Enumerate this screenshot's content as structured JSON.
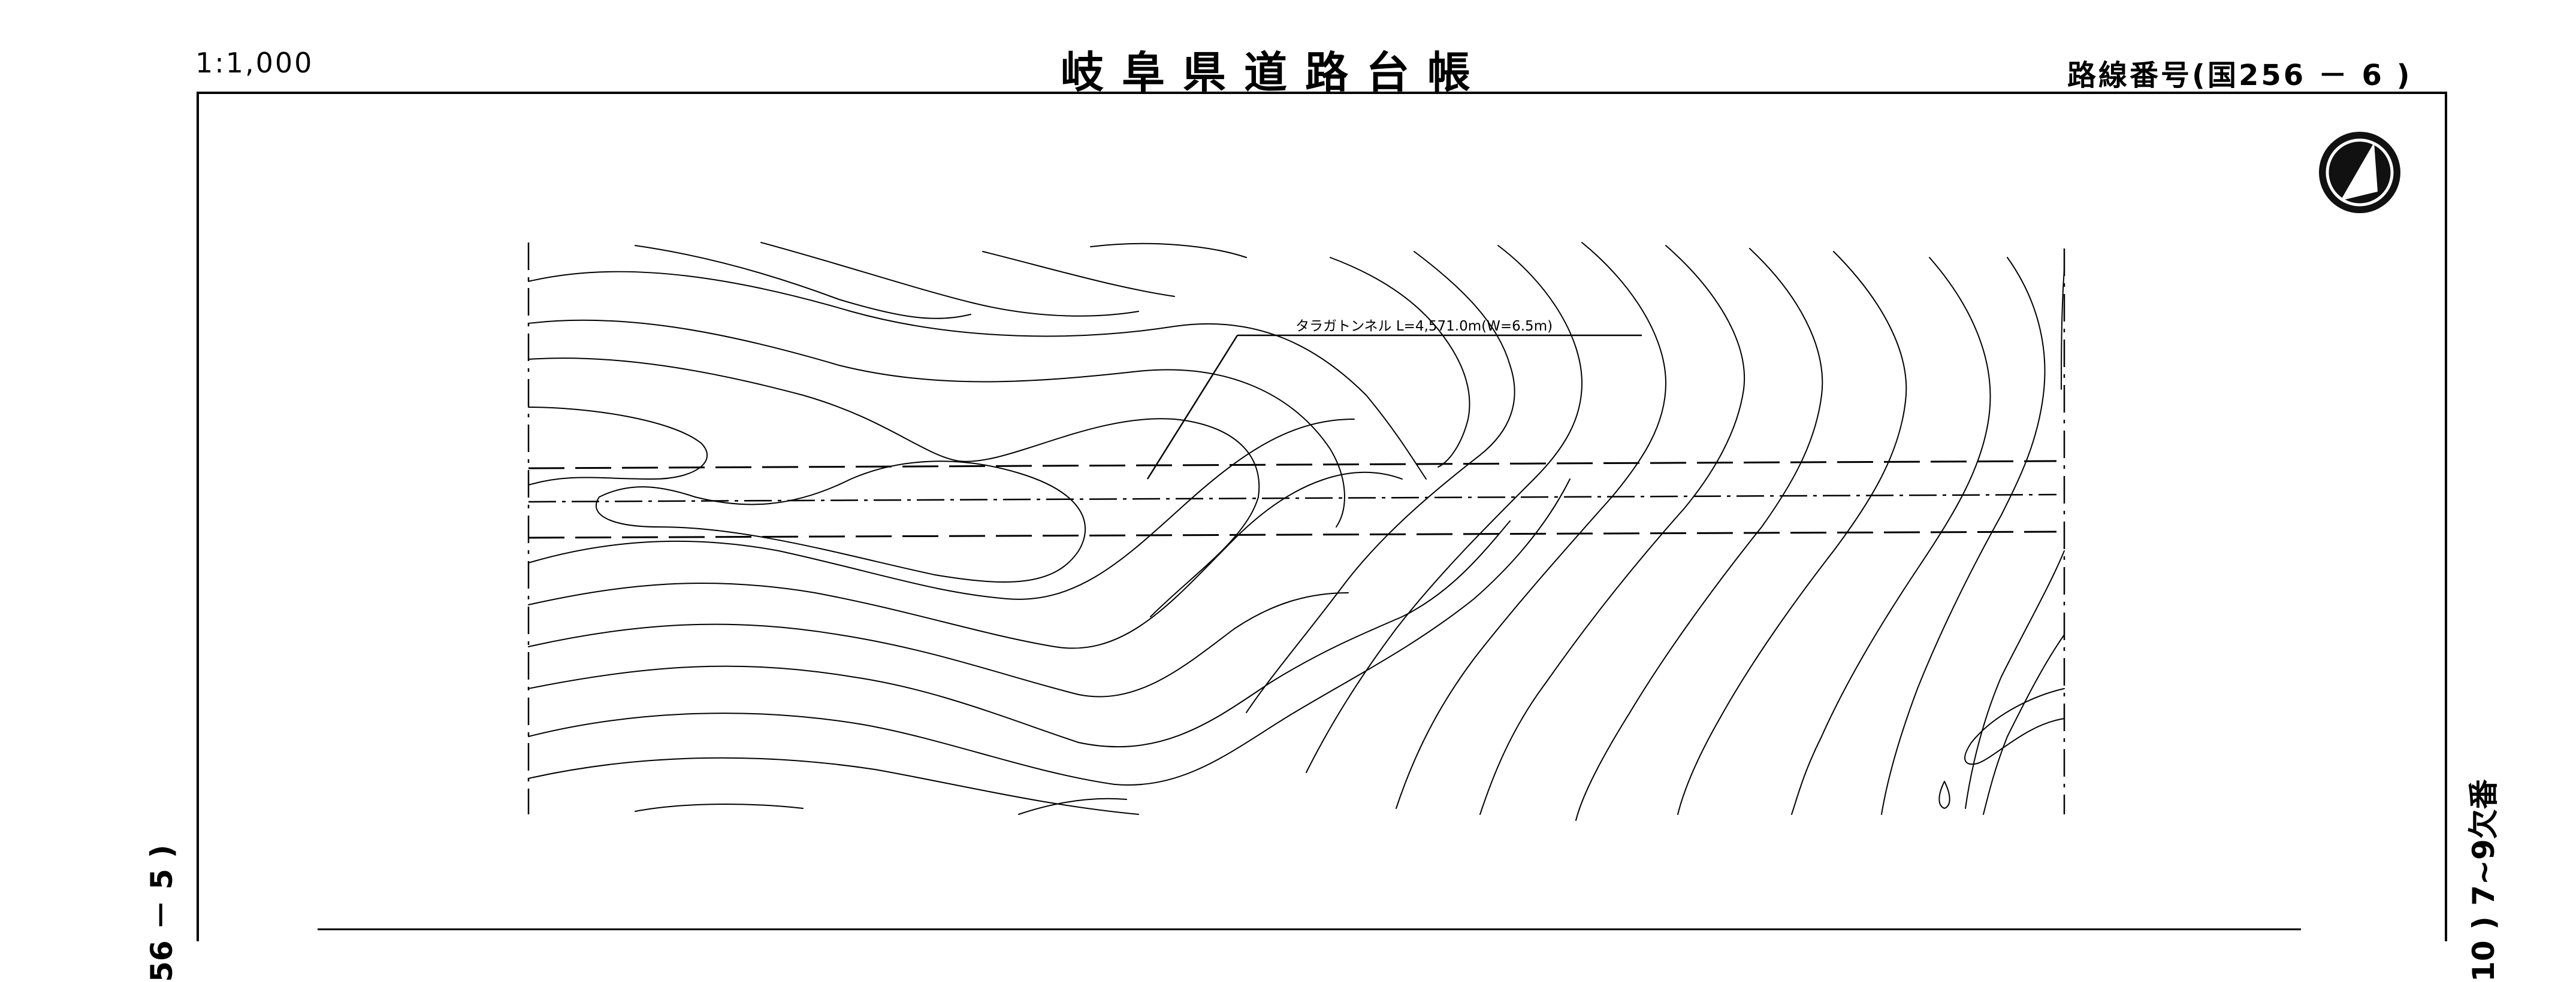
{
  "header": {
    "scale": "1:1,000",
    "title": "岐阜県道路台帳",
    "route_number": "路線番号(国256 － 6 )"
  },
  "side_labels": {
    "left_sheet": "56 － 5 )",
    "right_sheet": "10 ) 7~9欠番"
  },
  "map": {
    "tunnel_label": "タラガトンネル L=4,571.0m(W=6.5m)",
    "north_arrow": "north-arrow-icon"
  }
}
